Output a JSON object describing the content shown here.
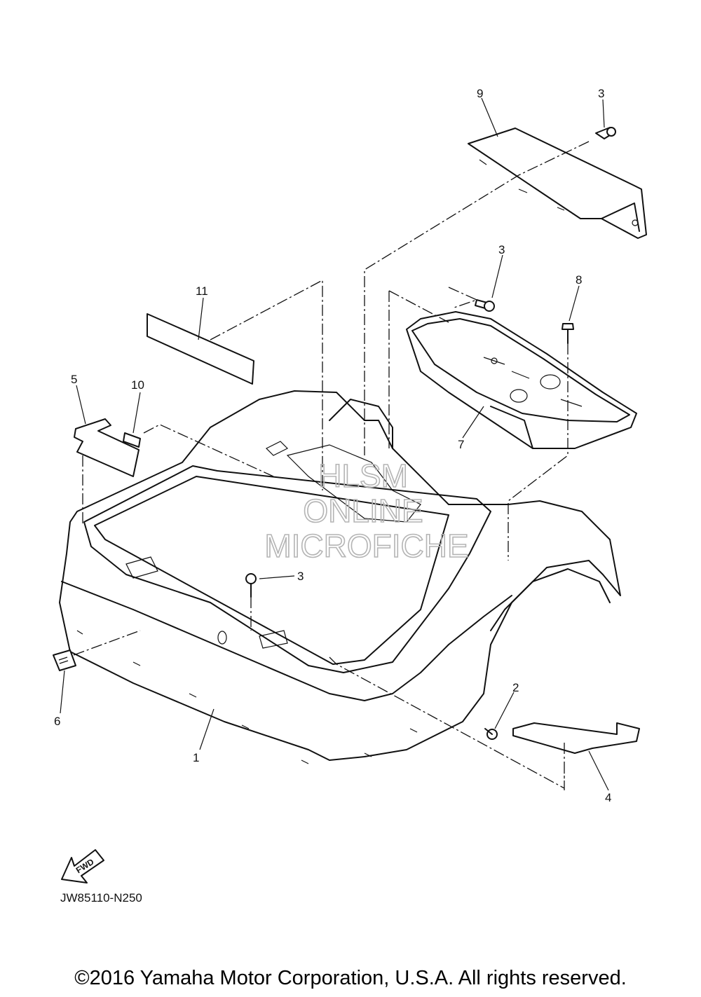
{
  "callouts": {
    "c1": "1",
    "c2": "2",
    "c3a": "3",
    "c3b": "3",
    "c3c": "3",
    "c4": "4",
    "c5": "5",
    "c6": "6",
    "c7": "7",
    "c8": "8",
    "c9": "9",
    "c10": "10",
    "c11": "11"
  },
  "watermark": {
    "line1": "HLSM",
    "line2": "ONLINE",
    "line3": "MICROFICHE"
  },
  "fwd_label": "FWD",
  "diagram_code": "JW85110-N250",
  "copyright": "©2016 Yamaha Motor Corporation, U.S.A. All rights reserved."
}
